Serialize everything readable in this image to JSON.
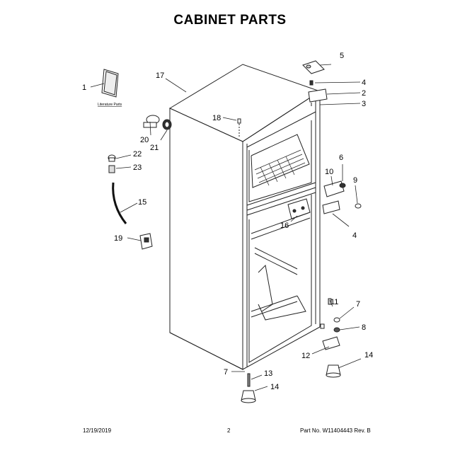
{
  "title": "CABINET PARTS",
  "literature_label": "Literature Parts",
  "callouts": [
    "1",
    "2",
    "3",
    "4",
    "5",
    "6",
    "7",
    "8",
    "9",
    "10",
    "11",
    "12",
    "13",
    "14",
    "15",
    "16",
    "17",
    "18",
    "19",
    "20",
    "21",
    "22",
    "23"
  ],
  "callouts_extra": [
    "4",
    "7",
    "14"
  ],
  "footer": {
    "date": "12/19/2019",
    "page": "2",
    "part_rev": "Part No. W11404443  Rev. B"
  }
}
